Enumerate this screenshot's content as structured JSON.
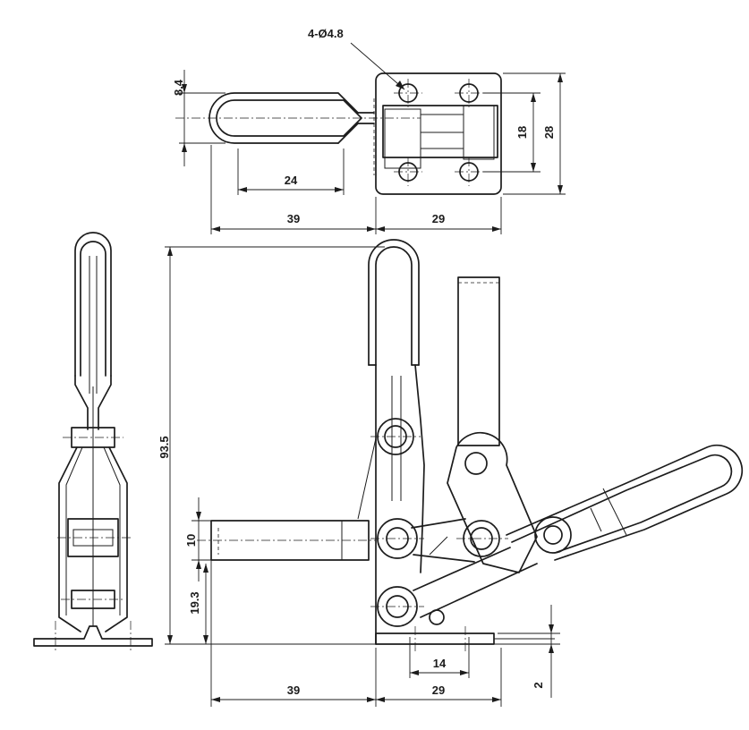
{
  "dimensions": {
    "holes": "4-Ø4.8",
    "top_height": "8.4",
    "handle_length": "24",
    "top_left_width": "39",
    "top_base_width": "29",
    "hole_spacing": "18",
    "base_width": "28",
    "total_height": "93.5",
    "spindle_dia": "10",
    "spindle_height": "19.3",
    "front_left_width": "39",
    "front_base_width": "29",
    "slot_spacing": "14",
    "base_thickness": "2"
  }
}
